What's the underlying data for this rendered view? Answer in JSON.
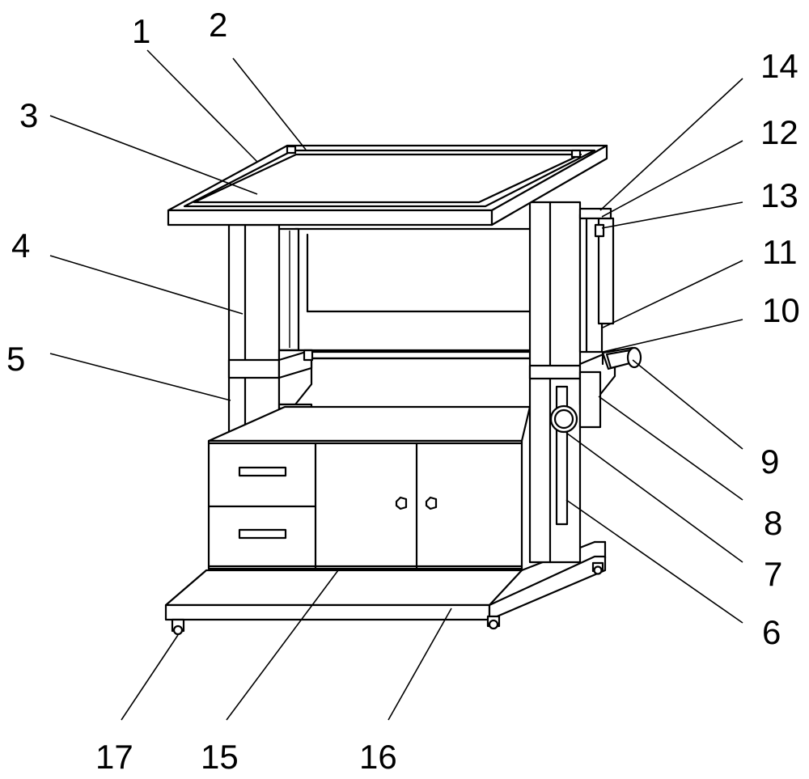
{
  "figure": {
    "labels": [
      "1",
      "2",
      "3",
      "4",
      "5",
      "6",
      "7",
      "8",
      "9",
      "10",
      "11",
      "12",
      "13",
      "14",
      "15",
      "16",
      "17"
    ]
  }
}
